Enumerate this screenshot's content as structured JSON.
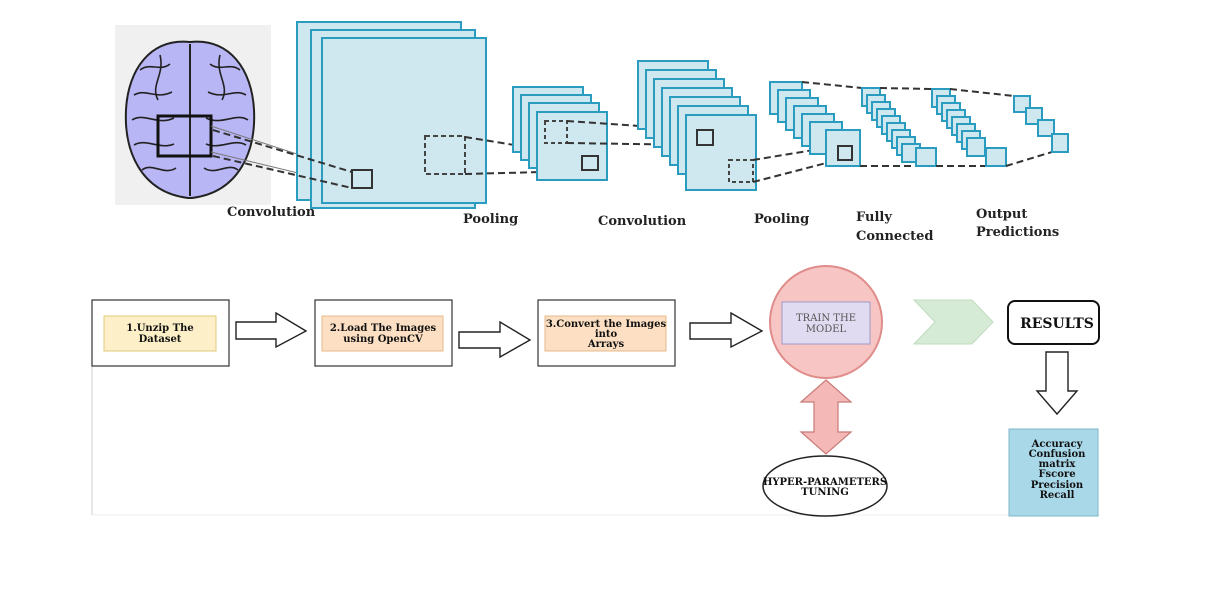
{
  "cnn": {
    "labels": {
      "conv1": "Convolution",
      "pool1": "Pooling",
      "conv2": "Convolution",
      "pool2": "Pooling",
      "fc_line1": "Fully",
      "fc_line2": "Connected",
      "out_line1": "Output",
      "out_line2": "Predictions"
    }
  },
  "pipeline": {
    "step1_line1": "1.Unzip The",
    "step1_line2": "Dataset",
    "step2_line1": "2.Load The Images",
    "step2_line2": "using OpenCV",
    "step3_line1": "3.Convert the Images",
    "step3_line2": "into",
    "step3_line3": "Arrays",
    "train_line1": "TRAIN THE",
    "train_line2": "MODEL",
    "hyper_line1": "HYPER-PARAMETERS",
    "hyper_line2": "TUNING",
    "results": "RESULTS",
    "metrics": [
      "Accuracy",
      "Confusion",
      "matrix",
      "Fscore",
      "Precision",
      "Recall"
    ]
  }
}
